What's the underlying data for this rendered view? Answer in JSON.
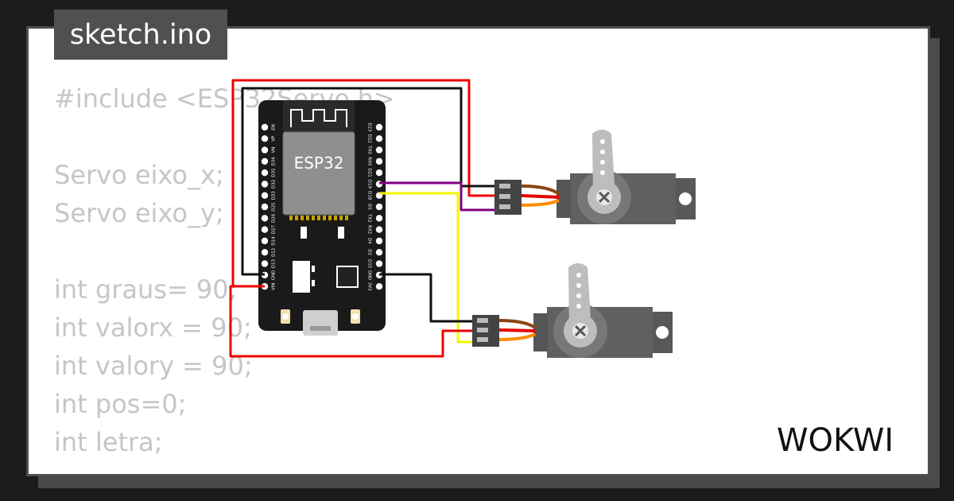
{
  "file_tab": {
    "label": "sketch.ino"
  },
  "code_lines": [
    "#include <ESP32Servo.h>",
    "",
    "Servo eixo_x;",
    "Servo eixo_y;",
    "",
    "int graus= 90;",
    "int valorx = 90;",
    "int valory = 90;",
    "int pos=0;",
    "int letra;"
  ],
  "board": {
    "chip_label": "ESP32",
    "left_pins": [
      "EN",
      "VP",
      "VN",
      "D34",
      "D35",
      "D32",
      "D33",
      "D25",
      "D26",
      "D27",
      "D14",
      "D12",
      "D13",
      "GND",
      "VIN"
    ],
    "right_pins": [
      "D23",
      "D22",
      "TX0",
      "RX0",
      "D21",
      "D19",
      "D18",
      "D5",
      "TX2",
      "RX2",
      "D4",
      "D2",
      "D15",
      "GND",
      "3V3"
    ]
  },
  "wire_colors": {
    "red": "#ee0000",
    "black": "#111111",
    "purple": "#800080",
    "yellow": "#f5f500"
  },
  "logo": {
    "icon": "wokwi-logo",
    "text": "WOKWI"
  }
}
